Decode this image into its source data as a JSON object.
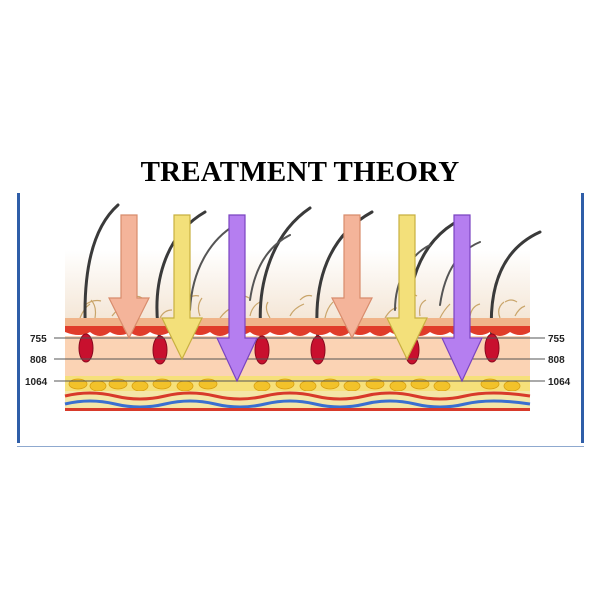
{
  "title": "TREATMENT THEORY",
  "wavelengths": [
    {
      "label": "755",
      "color": "#f4b49a"
    },
    {
      "label": "808",
      "color": "#f3e07a"
    },
    {
      "label": "1064",
      "color": "#b57ef0"
    }
  ],
  "colors": {
    "frame": "#2f5ea8",
    "epidermis": "#f0b48a",
    "red_layer": "#e03c2a",
    "dermis": "#fbd3b4",
    "fat": "#f2d33c",
    "hair": "#3a3a3a",
    "bulb": "#c8102e"
  }
}
